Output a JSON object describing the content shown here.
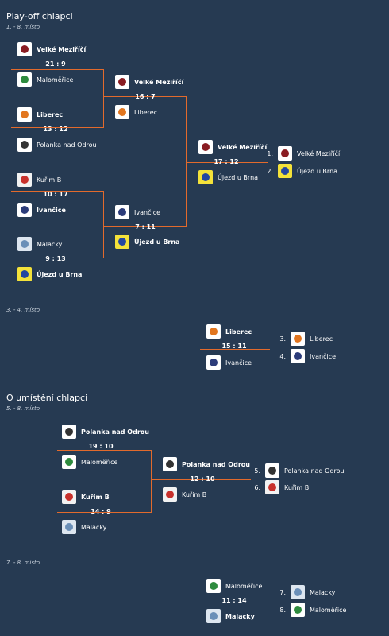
{
  "colors": {
    "background": "#263a52",
    "accent": "#e26a2c",
    "logo_bg": "#ffffff"
  },
  "playoff": {
    "title": "Play-off chlapci",
    "subtitle": "1. - 8. místo",
    "qf": [
      {
        "top": "Velké Meziříčí",
        "bottom": "Maloměřice",
        "score": "21 : 9"
      },
      {
        "top": "Liberec",
        "bottom": "Polanka nad Odrou",
        "score": "13 : 12"
      },
      {
        "top": "Kuřim B",
        "bottom": "Ivančice",
        "score": "10 : 17"
      },
      {
        "top": "Malacky",
        "bottom": "Újezd u Brna",
        "score": "9 : 13"
      }
    ],
    "sf": [
      {
        "top": "Velké Meziříčí",
        "bottom": "Liberec",
        "score": "16 : 7"
      },
      {
        "top": "Ivančice",
        "bottom": "Újezd u Brna",
        "score": "7 : 11"
      }
    ],
    "final": {
      "top": "Velké Meziříčí",
      "bottom": "Újezd u Brna",
      "score": "17 : 12"
    },
    "results": [
      {
        "rank": "1.",
        "team": "Velké Meziříčí"
      },
      {
        "rank": "2.",
        "team": "Újezd u Brna"
      }
    ]
  },
  "third": {
    "subtitle": "3. - 4. místo",
    "match": {
      "top": "Liberec",
      "bottom": "Ivančice",
      "score": "15 : 11"
    },
    "results": [
      {
        "rank": "3.",
        "team": "Liberec"
      },
      {
        "rank": "4.",
        "team": "Ivančice"
      }
    ]
  },
  "placement": {
    "title": "O umístění chlapci",
    "subtitle": "5. - 8. místo",
    "sf": [
      {
        "top": "Polanka nad Odrou",
        "bottom": "Maloměřice",
        "score": "19 : 10"
      },
      {
        "top": "Kuřim B",
        "bottom": "Malacky",
        "score": "14 : 9"
      }
    ],
    "final": {
      "top": "Polanka nad Odrou",
      "bottom": "Kuřim B",
      "score": "12 : 10"
    },
    "results": [
      {
        "rank": "5.",
        "team": "Polanka nad Odrou"
      },
      {
        "rank": "6.",
        "team": "Kuřim B"
      }
    ]
  },
  "seventh": {
    "subtitle": "7. - 8. místo",
    "match": {
      "top": "Maloměřice",
      "bottom": "Malacky",
      "score": "11 : 14"
    },
    "results": [
      {
        "rank": "7.",
        "team": "Malacky"
      },
      {
        "rank": "8.",
        "team": "Maloměřice"
      }
    ]
  },
  "icons": {
    "Velké Meziříčí": "velke-mezirici-logo-icon",
    "Maloměřice": "malomerice-elephant-logo-icon",
    "Liberec": "liberec-hand-logo-icon",
    "Polanka nad Odrou": "polanka-logo-icon",
    "Kuřim B": "kurim-logo-icon",
    "Ivančice": "ivancice-shield-logo-icon",
    "Malacky": "malacky-logo-icon",
    "Újezd u Brna": "ujezd-logo-icon"
  }
}
